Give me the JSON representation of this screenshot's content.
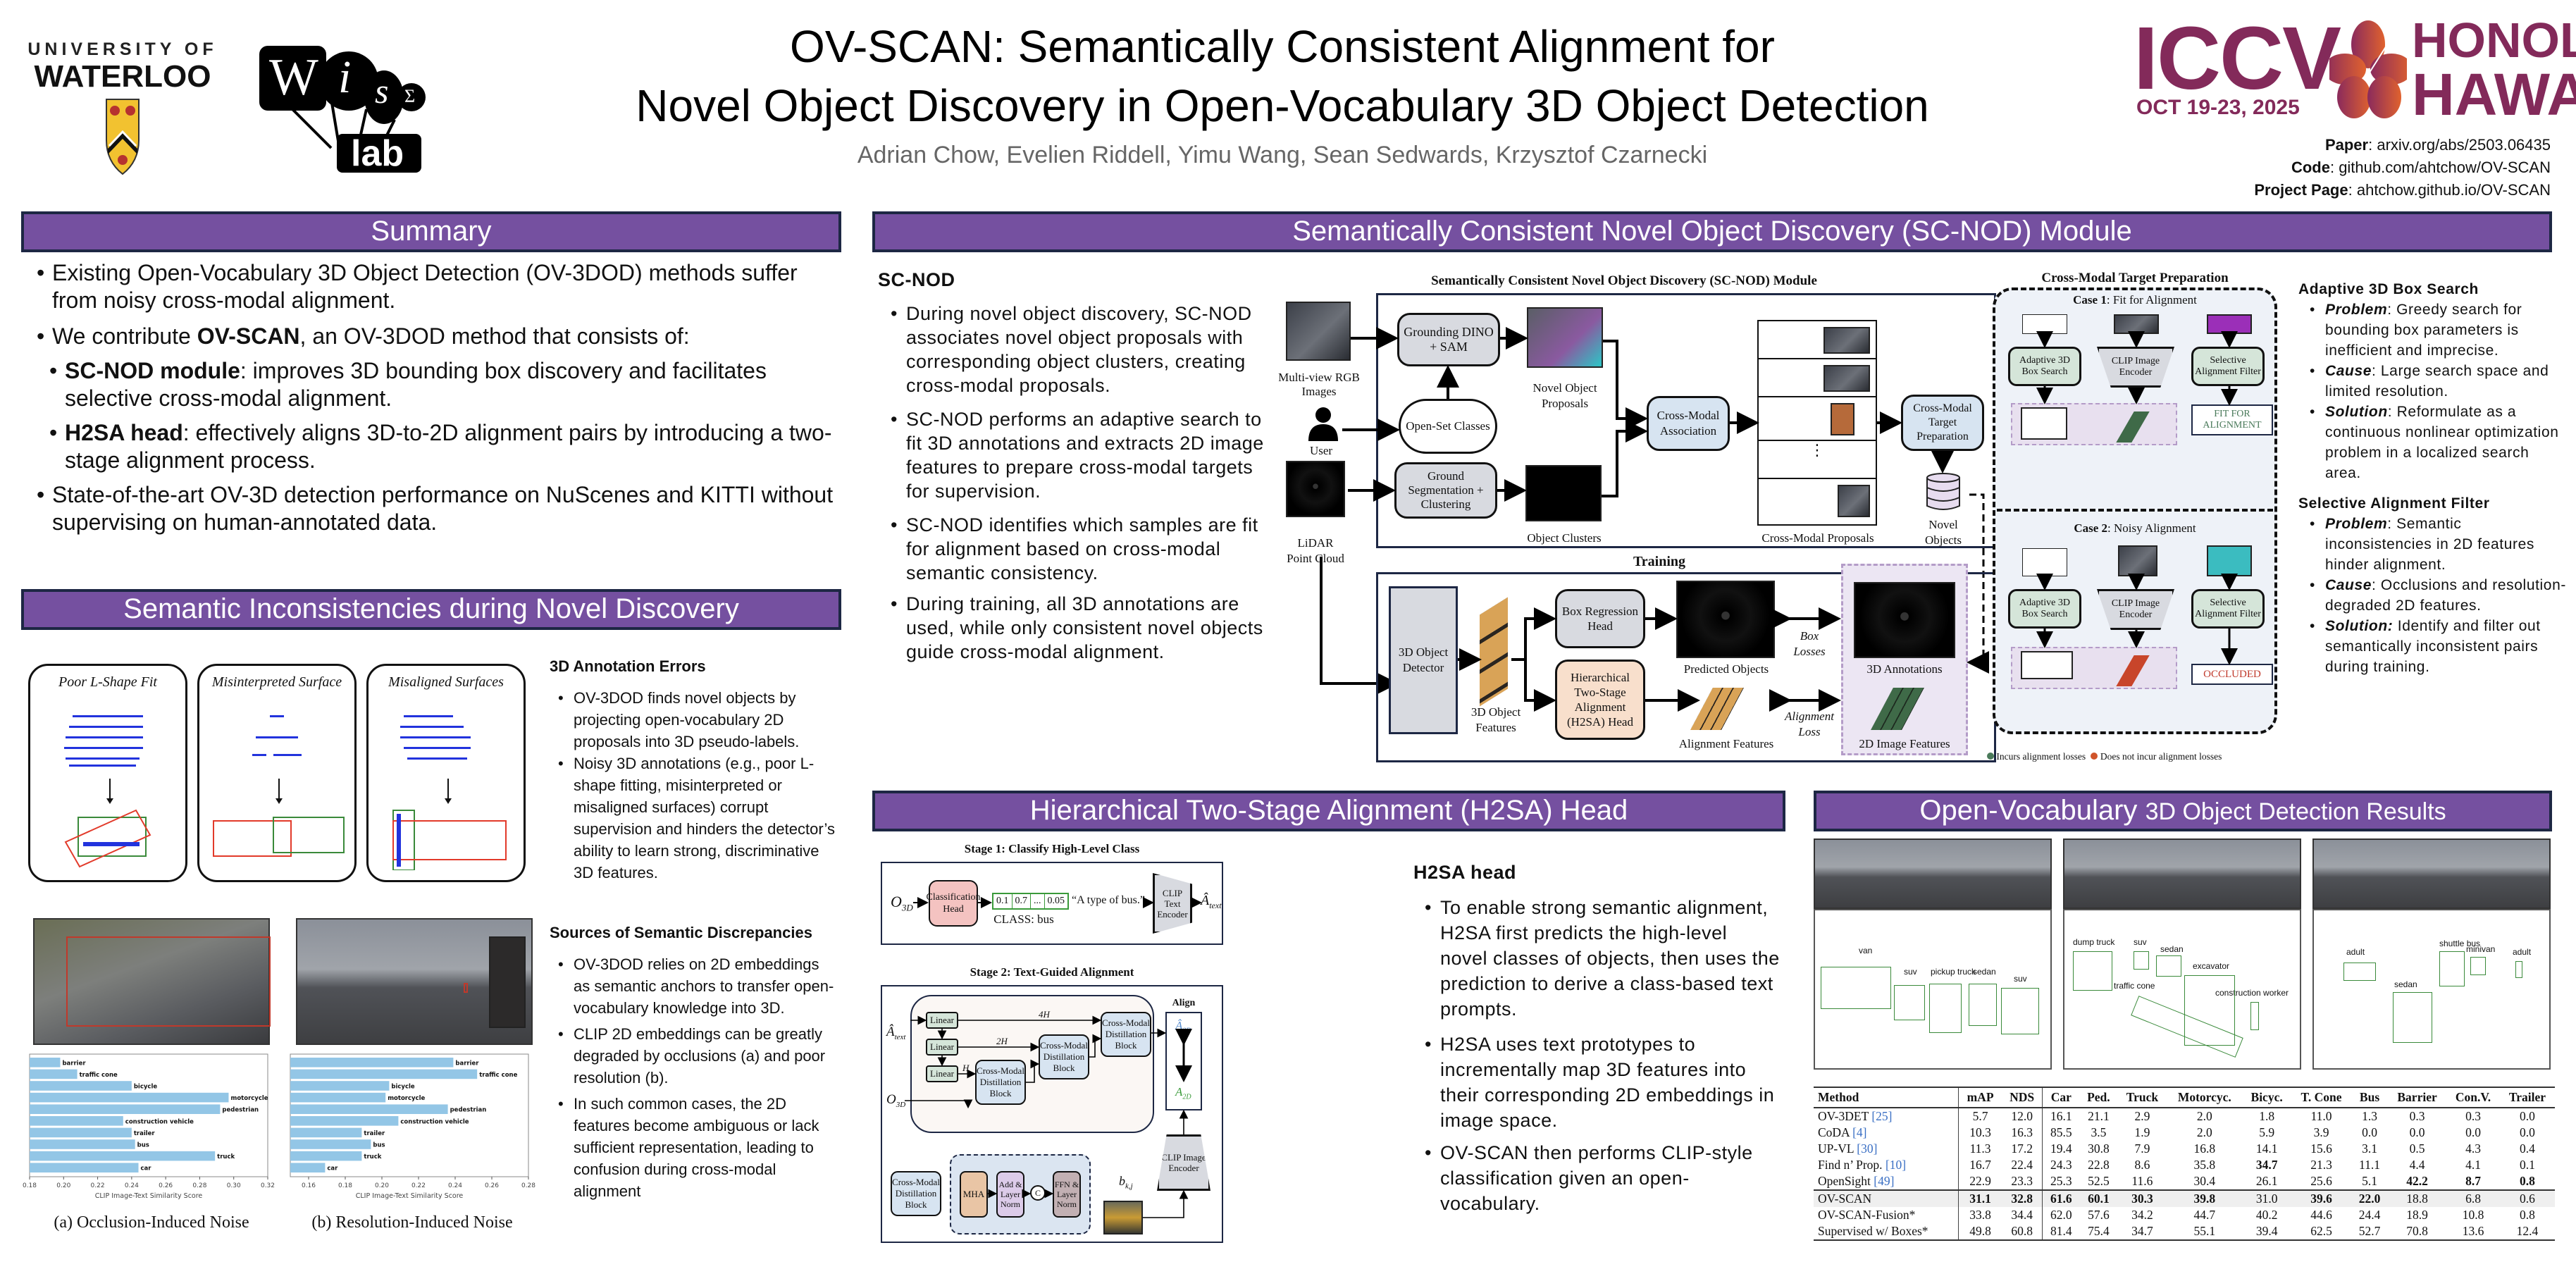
{
  "header": {
    "university_top": "UNIVERSITY OF",
    "university_name": "WATERLOO",
    "lab_letters": [
      "W",
      "i",
      "s",
      "Σ"
    ],
    "lab_word": "lab",
    "title_line1": "OV-SCAN: Semantically Consistent Alignment for",
    "title_line2": "Novel Object Discovery in Open-Vocabulary 3D Object Detection",
    "authors": "Adrian Chow, Evelien Riddell, Yimu Wang, Sean Sedwards, Krzysztof Czarnecki",
    "conference": {
      "name": "ICCV",
      "dates": "OCT 19-23, 2025",
      "city": "HONOLULU",
      "state": "HAWAII"
    },
    "links": [
      {
        "label": "Paper",
        "value": "arxiv.org/abs/2503.06435"
      },
      {
        "label": "Code",
        "value": "github.com/ahtchow/OV-SCAN"
      },
      {
        "label": "Project Page",
        "value": "ahtchow.github.io/OV-SCAN"
      }
    ]
  },
  "colors": {
    "banner": "#7550a0",
    "banner_border": "#1d2744",
    "bar": "#93c6e6",
    "iccv": "#832a5a",
    "fit": "#4a7a5a",
    "occluded": "#c0392b"
  },
  "summary": {
    "heading": "Summary",
    "items": [
      {
        "text": "Existing Open-Vocabulary 3D Object Detection (OV-3DOD) methods suffer from noisy cross-modal alignment."
      },
      {
        "pre": "We contribute ",
        "bold": "OV-SCAN",
        "post": ", an OV-3DOD method that consists of:"
      }
    ],
    "sub_items": [
      {
        "bold": "SC-NOD module",
        "post": ": improves 3D bounding box discovery and facilitates selective cross-modal alignment."
      },
      {
        "bold": "H2SA head",
        "post": ": effectively aligns 3D-to-2D alignment pairs by introducing a two-stage alignment process."
      }
    ],
    "last_item": "State-of-the-art OV-3D detection performance on NuScenes and KITTI without supervising on human-annotated data."
  },
  "semantic": {
    "heading": "Semantic Inconsistencies during Novel Discovery",
    "panels": [
      "Poor L-Shape Fit",
      "Misinterpreted Surface",
      "Misaligned Surfaces"
    ],
    "annotation_errors": {
      "heading": "3D Annotation Errors",
      "items": [
        "OV-3DOD finds novel objects by projecting open-vocabulary 2D proposals into 3D pseudo-labels.",
        "Noisy 3D annotations (e.g., poor L-shape fitting, misinterpreted or misaligned surfaces) corrupt supervision and hinders the detector’s ability to learn strong, discriminative 3D features."
      ]
    },
    "discrepancies": {
      "heading": "Sources of Semantic Discrepancies",
      "items": [
        "OV-3DOD relies on 2D embeddings as semantic anchors to transfer open-vocabulary knowledge into 3D.",
        "CLIP 2D embeddings can be greatly degraded by occlusions (a) and poor resolution (b).",
        "In such common cases, the 2D features become ambiguous or lack sufficient representation, leading to confusion during cross-modal alignment"
      ]
    }
  },
  "chart_data": [
    {
      "type": "bar",
      "orientation": "horizontal",
      "title": "(a) Occlusion-Induced Noise",
      "xlabel": "CLIP Image-Text Similarity Score",
      "ylabel": "",
      "categories": [
        "barrier",
        "traffic cone",
        "bicycle",
        "motorcycle",
        "pedestrian",
        "construction vehicle",
        "trailer",
        "bus",
        "truck",
        "car"
      ],
      "values": [
        0.198,
        0.208,
        0.24,
        0.297,
        0.292,
        0.235,
        0.24,
        0.242,
        0.289,
        0.244
      ],
      "xlim": [
        0.18,
        0.32
      ],
      "xticks": [
        "0.18",
        "0.20",
        "0.22",
        "0.24",
        "0.26",
        "0.28",
        "0.30",
        "0.32"
      ],
      "grid": false
    },
    {
      "type": "bar",
      "orientation": "horizontal",
      "title": "(b) Resolution-Induced Noise",
      "xlabel": "CLIP Image-Text Similarity Score",
      "ylabel": "",
      "categories": [
        "barrier",
        "traffic cone",
        "bicycle",
        "motorcycle",
        "pedestrian",
        "construction vehicle",
        "trailer",
        "bus",
        "truck",
        "car"
      ],
      "values": [
        0.239,
        0.252,
        0.204,
        0.202,
        0.236,
        0.209,
        0.189,
        0.194,
        0.189,
        0.169
      ],
      "xlim": [
        0.15,
        0.28
      ],
      "xticks": [
        "0.16",
        "0.18",
        "0.20",
        "0.22",
        "0.24",
        "0.26",
        "0.28"
      ],
      "grid": false
    }
  ],
  "scnod": {
    "heading": "Semantically Consistent Novel Object Discovery (SC-NOD) Module",
    "subheading": "SC-NOD",
    "items": [
      "During novel object discovery, SC-NOD associates novel object proposals with corresponding object clusters, creating cross-modal proposals.",
      "SC-NOD performs an adaptive search to fit 3D annotations and extracts 2D image features to prepare cross-modal targets for supervision.",
      "SC-NOD identifies which samples are fit for alignment based on cross-modal semantic consistency.",
      "During training, all 3D annotations are used, while only consistent novel objects guide cross-modal alignment."
    ],
    "diagram": {
      "module_title": "Semantically Consistent Novel Object Discovery (SC-NOD) Module",
      "inputs": {
        "rgb": "Multi-view RGB Images",
        "user": "User",
        "lidar": "LiDAR Point Cloud"
      },
      "grounding": "Grounding DINO + SAM",
      "open_set": "Open-Set Classes",
      "ground_seg": "Ground Segmentation + Clustering",
      "novel_proposals": "Novel Object Proposals",
      "object_clusters": "Object Clusters",
      "association": "Cross-Modal Association",
      "cm_proposals": "Cross-Modal Proposals",
      "target_prep": "Cross-Modal Target Preparation",
      "novel_objects": "Novel Objects",
      "ellipsis": "⋮",
      "training_title": "Training",
      "detector": "3D Object Detector",
      "features": "3D Object Features",
      "box_head": "Box Regression Head",
      "h2sa_head": "Hierarchical Two-Stage Alignment (H2SA) Head",
      "predicted": "Predicted Objects",
      "align_features": "Alignment Features",
      "box_losses": "Box Losses",
      "align_loss": "Alignment Loss",
      "annotations_3d": "3D Annotations",
      "image_features_2d": "2D Image Features"
    },
    "target_prep": {
      "title": "Cross-Modal Target Preparation",
      "case1": {
        "label": "Case 1",
        "desc": ": Fit for Alignment",
        "result": "FIT FOR ALIGNMENT"
      },
      "case2": {
        "label": "Case 2",
        "desc": ": Noisy Alignment",
        "result": "OCCLUDED"
      },
      "box_search": "Adaptive 3D Box Search",
      "clip_image": "CLIP Image Encoder",
      "filter": "Selective Alignment Filter",
      "legend": [
        "Incurs alignment losses",
        "Does not incur alignment losses"
      ]
    },
    "adaptive": {
      "heading": "Adaptive 3D Box Search",
      "items": [
        {
          "key": "Problem",
          "text": ": Greedy search for bounding box parameters is inefficient and  imprecise."
        },
        {
          "key": "Cause",
          "text": ": Large search space and limited resolution."
        },
        {
          "key": "Solution",
          "text": ": Reformulate as a continuous nonlinear optimization problem in a localized search area."
        }
      ]
    },
    "selective": {
      "heading": "Selective Alignment Filter",
      "items": [
        {
          "key": "Problem",
          "text": ": Semantic inconsistencies in 2D features hinder alignment."
        },
        {
          "key": "Cause",
          "text": ": Occlusions and resolution-degraded 2D features."
        },
        {
          "key": "Solution:",
          "text": " Identify and filter out semantically inconsistent pairs during training."
        }
      ]
    }
  },
  "h2sa": {
    "heading": "Hierarchical Two-Stage Alignment (H2SA) Head",
    "stage1": {
      "title": "Stage 1: Classify High-Level Class",
      "input": "O",
      "input_sub": "3D",
      "cls_head": "Classification Head",
      "probs": [
        "0.1",
        "0.7",
        "...",
        "0.05"
      ],
      "class_label": "CLASS: bus",
      "prompt": "“A type of bus.”",
      "encoder": "CLIP Text Encoder",
      "output": "Â",
      "output_sub": "text"
    },
    "stage2": {
      "title": "Stage 2: Text-Guided Alignment",
      "linear": "Linear",
      "dims": [
        "4H",
        "2H",
        "H"
      ],
      "cmdb": "Cross-Modal Distillation Block",
      "align": "Align",
      "a2d_hat": "Â",
      "a2d": "A",
      "sub_2d": "2D",
      "clip_image": "CLIP Image Encoder",
      "bkj": "b",
      "bkj_sub": "k,j",
      "mha": "MHA",
      "add_norm": "Add & Layer Norm",
      "concat": "C",
      "ffn_norm": "FFN & Layer Norm"
    },
    "text_heading": "H2SA head",
    "items": [
      "To enable strong semantic alignment, H2SA first predicts the high-level novel classes of objects, then uses the prediction to derive a class-based text prompts.",
      "H2SA uses text prototypes to incrementally map 3D features into their corresponding 2D embeddings in image space.",
      "OV-SCAN then performs CLIP-style classification given an open-vocabulary."
    ]
  },
  "results": {
    "heading_part1": "Open-Vocabulary",
    "heading_part2": "3D Object Detection Results",
    "scenes": [
      {
        "labels": [
          "van",
          "suv",
          "pickup truck",
          "sedan",
          "suv"
        ]
      },
      {
        "labels": [
          "dump truck",
          "suv",
          "sedan",
          "excavator",
          "traffic cone",
          "construction worker"
        ]
      },
      {
        "labels": [
          "adult",
          "shuttle bus",
          "minivan",
          "adult",
          "sedan"
        ]
      }
    ],
    "table": {
      "columns": [
        "Method",
        "mAP",
        "NDS",
        "Car",
        "Ped.",
        "Truck",
        "Motorcyc.",
        "Bicyc.",
        "T. Cone",
        "Bus",
        "Barrier",
        "Con.V.",
        "Trailer"
      ],
      "rows": [
        {
          "method": "OV-3DET",
          "ref": "[25]",
          "values": [
            "5.7",
            "12.0",
            "16.1",
            "21.1",
            "2.9",
            "2.0",
            "1.8",
            "11.0",
            "1.3",
            "0.3",
            "0.3",
            "0.0"
          ],
          "bold": []
        },
        {
          "method": "CoDA",
          "ref": "[4]",
          "values": [
            "10.3",
            "16.3",
            "85.5",
            "3.5",
            "1.9",
            "2.0",
            "5.9",
            "3.9",
            "0.0",
            "0.0",
            "0.0",
            "0.0"
          ],
          "bold": []
        },
        {
          "method": "UP-VL",
          "ref": "[30]",
          "values": [
            "11.3",
            "17.2",
            "19.4",
            "30.8",
            "7.9",
            "16.8",
            "14.1",
            "15.6",
            "3.1",
            "0.5",
            "4.3",
            "0.4"
          ],
          "bold": []
        },
        {
          "method": "Find n’ Prop.",
          "ref": "[10]",
          "values": [
            "16.7",
            "22.4",
            "24.3",
            "22.8",
            "8.6",
            "35.8",
            "34.7",
            "21.3",
            "11.1",
            "4.4",
            "4.1",
            "0.1"
          ],
          "bold": [
            6
          ]
        },
        {
          "method": "OpenSight",
          "ref": "[49]",
          "values": [
            "22.9",
            "23.3",
            "25.3",
            "52.5",
            "11.6",
            "30.4",
            "26.1",
            "25.6",
            "5.1",
            "42.2",
            "8.7",
            "0.8"
          ],
          "bold": [
            9,
            10,
            11
          ]
        },
        {
          "method": "OV-SCAN",
          "ref": "",
          "values": [
            "31.1",
            "32.8",
            "61.6",
            "60.1",
            "30.3",
            "39.8",
            "31.0",
            "39.6",
            "22.0",
            "18.8",
            "6.8",
            "0.6"
          ],
          "bold": [
            0,
            1,
            2,
            3,
            4,
            5,
            7,
            8
          ],
          "highlight": true
        },
        {
          "method": "OV-SCAN-Fusion*",
          "ref": "",
          "values": [
            "33.8",
            "34.4",
            "62.0",
            "57.6",
            "34.2",
            "44.7",
            "40.2",
            "44.6",
            "24.4",
            "18.9",
            "10.8",
            "0.8"
          ],
          "bold": []
        },
        {
          "method": "Supervised w/ Boxes*",
          "ref": "",
          "values": [
            "49.8",
            "60.8",
            "81.4",
            "75.4",
            "34.7",
            "55.1",
            "39.4",
            "62.5",
            "52.7",
            "70.8",
            "13.6",
            "12.4"
          ],
          "bold": []
        }
      ]
    }
  }
}
